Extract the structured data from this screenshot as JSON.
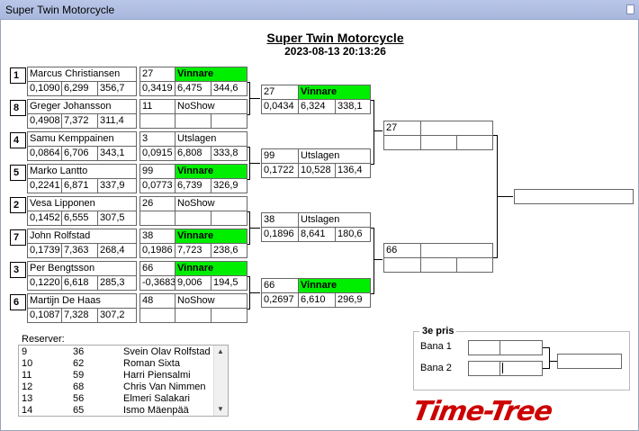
{
  "window": {
    "title": "Super Twin Motorcycle"
  },
  "header": {
    "title": "Super Twin Motorcycle",
    "datetime": "2023-08-13 20:13:26"
  },
  "round1": [
    {
      "seed": "1",
      "name": "Marcus Christiansen",
      "r1": "0,1090",
      "r2": "6,299",
      "r3": "356,7",
      "opp_no": "27",
      "opp_status": "Vinnare",
      "o1": "0,3419",
      "o2": "6,475",
      "o3": "344,6"
    },
    {
      "seed": "8",
      "name": "Greger Johansson",
      "r1": "0,4908",
      "r2": "7,372",
      "r3": "311,4",
      "opp_no": "11",
      "opp_status": "NoShow",
      "o1": "",
      "o2": "",
      "o3": ""
    },
    {
      "seed": "4",
      "name": "Samu Kemppainen",
      "r1": "0,0864",
      "r2": "6,706",
      "r3": "343,1",
      "opp_no": "3",
      "opp_status": "Utslagen",
      "o1": "0,0915",
      "o2": "6,808",
      "o3": "333,8"
    },
    {
      "seed": "5",
      "name": "Marko Lantto",
      "r1": "0,2241",
      "r2": "6,871",
      "r3": "337,9",
      "opp_no": "99",
      "opp_status": "Vinnare",
      "o1": "0,0773",
      "o2": "6,739",
      "o3": "326,9"
    },
    {
      "seed": "2",
      "name": "Vesa Lipponen",
      "r1": "0,1452",
      "r2": "6,555",
      "r3": "307,5",
      "opp_no": "26",
      "opp_status": "NoShow",
      "o1": "",
      "o2": "",
      "o3": ""
    },
    {
      "seed": "7",
      "name": "John Rolfstad",
      "r1": "0,1739",
      "r2": "7,363",
      "r3": "268,4",
      "opp_no": "38",
      "opp_status": "Vinnare",
      "o1": "0,1986",
      "o2": "7,723",
      "o3": "238,6"
    },
    {
      "seed": "3",
      "name": "Per Bengtsson",
      "r1": "0,1220",
      "r2": "6,618",
      "r3": "285,3",
      "opp_no": "66",
      "opp_status": "Vinnare",
      "o1": "-0,3683",
      "o2": "9,006",
      "o3": "194,5"
    },
    {
      "seed": "6",
      "name": "Martijn De Haas",
      "r1": "0,1087",
      "r2": "7,328",
      "r3": "307,2",
      "opp_no": "48",
      "opp_status": "NoShow",
      "o1": "",
      "o2": "",
      "o3": ""
    }
  ],
  "round2": [
    {
      "no": "27",
      "status": "Vinnare",
      "v1": "0,0434",
      "v2": "6,324",
      "v3": "338,1"
    },
    {
      "no": "99",
      "status": "Utslagen",
      "v1": "0,1722",
      "v2": "10,528",
      "v3": "136,4"
    },
    {
      "no": "38",
      "status": "Utslagen",
      "v1": "0,1896",
      "v2": "8,641",
      "v3": "180,6"
    },
    {
      "no": "66",
      "status": "Vinnare",
      "v1": "0,2697",
      "v2": "6,610",
      "v3": "296,9"
    }
  ],
  "semis": [
    {
      "no": "27"
    },
    {
      "no": "66"
    }
  ],
  "reserves": {
    "label": "Reserver:",
    "rows": [
      {
        "pos": "9",
        "no": "36",
        "name": "Svein Olav Rolfstad"
      },
      {
        "pos": "10",
        "no": "62",
        "name": "Roman Sixta"
      },
      {
        "pos": "11",
        "no": "59",
        "name": "Harri Piensalmi"
      },
      {
        "pos": "12",
        "no": "68",
        "name": "Chris Van Nimmen"
      },
      {
        "pos": "13",
        "no": "56",
        "name": "Elmeri Salakari"
      },
      {
        "pos": "14",
        "no": "65",
        "name": "Ismo Mäenpää"
      }
    ]
  },
  "third_place": {
    "title": "3e pris",
    "lane1": "Bana 1",
    "lane2": "Bana 2"
  },
  "logo": {
    "text": "Time-Tree",
    "color": "#cc0000"
  },
  "colors": {
    "winner": "#00ee00"
  }
}
